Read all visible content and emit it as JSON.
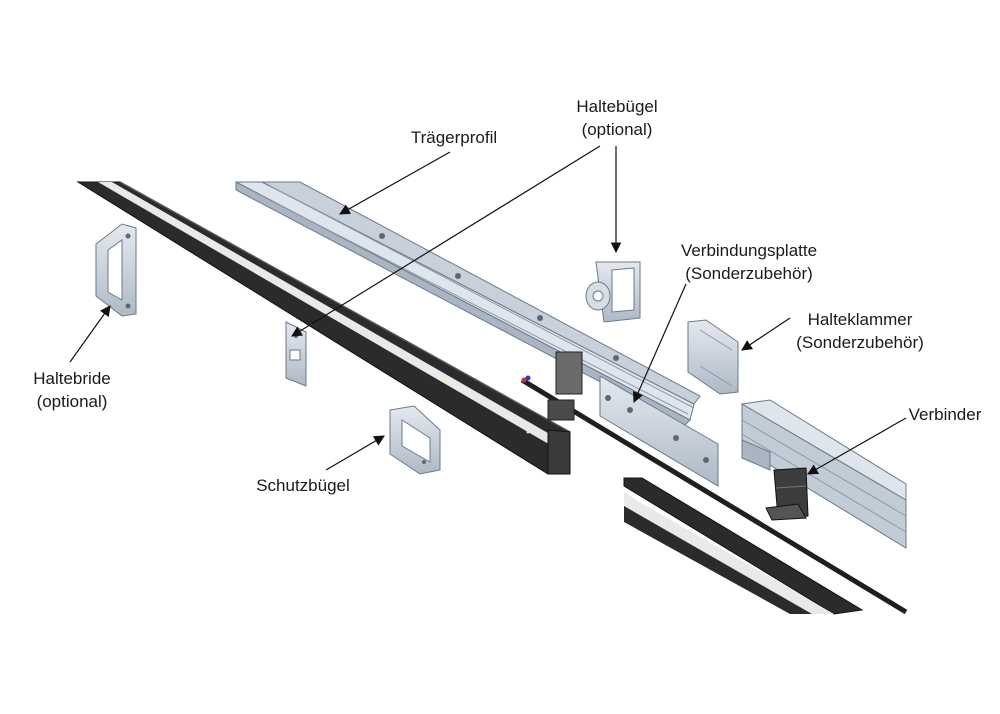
{
  "labels": {
    "haltebuegel_1": "Haltebügel",
    "haltebuegel_2": "(optional)",
    "traegerprofil": "Trägerprofil",
    "verbindungsplatte_1": "Verbindungsplatte",
    "verbindungsplatte_2": "(Sonderzubehör)",
    "halteklammer_1": "Halteklammer",
    "halteklammer_2": "(Sonderzubehör)",
    "verbinder": "Verbinder",
    "haltebride_1": "Haltebride",
    "haltebride_2": "(optional)",
    "schutzbuegel": "Schutzbügel"
  },
  "colors": {
    "metal": "#c9d3de",
    "metal_dark": "#8e9bab",
    "metal_light": "#e4e9ef",
    "profile_black": "#2b2b2b",
    "led_strip": "#e9e9e9",
    "leader": "#111111"
  }
}
